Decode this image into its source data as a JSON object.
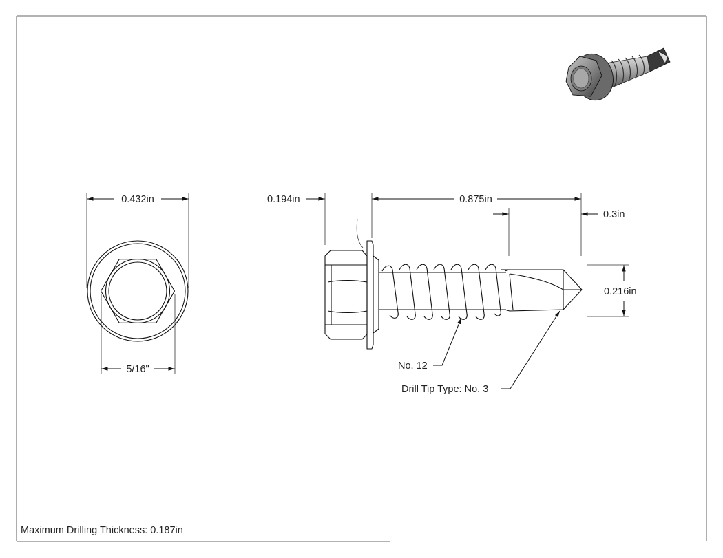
{
  "drawing": {
    "notes": {
      "max_drilling_thickness": "Maximum Drilling Thickness: 0.187in"
    },
    "front_view": {
      "flange_diameter": "0.432in",
      "hex_size": "5/16\""
    },
    "side_view": {
      "head_height": "0.194in",
      "length": "0.875in",
      "drill_tip_length": "0.3in",
      "thread_diameter": "0.216in"
    },
    "callouts": {
      "thread_size": "No. 12",
      "drill_tip_type": "Drill Tip Type: No. 3"
    }
  }
}
